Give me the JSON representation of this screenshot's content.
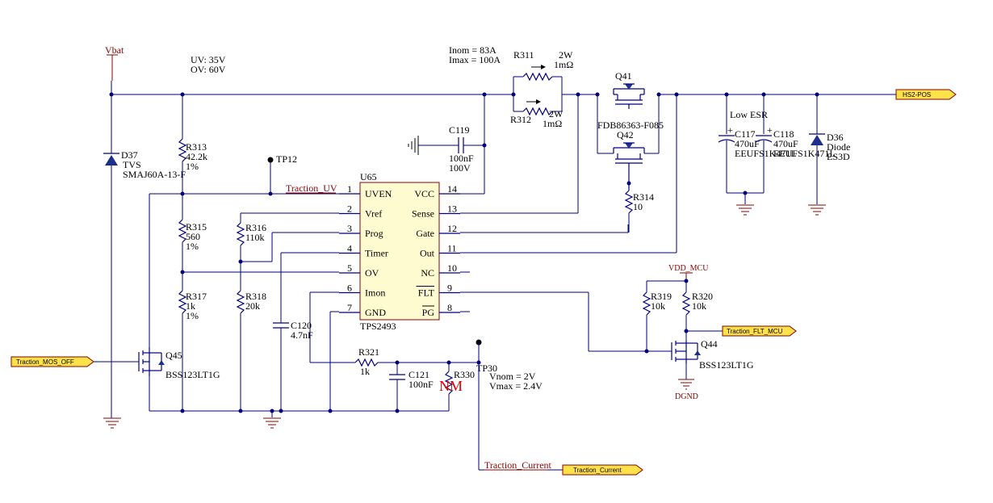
{
  "nets": {
    "vbat": "Vbat",
    "traction_uv": "Traction_UV",
    "vdd_mcu": "VDD_MCU",
    "dgnd": "DGND",
    "traction_current": "Traction_Current"
  },
  "ports": {
    "hs2_pos": "HS2-POS",
    "traction_mos_off": "Traction_MOS_OFF",
    "traction_flt_mcu": "Traction_FLT_MCU",
    "traction_current": "Traction_Current"
  },
  "notes": {
    "uv": "UV: 35V",
    "ov": "OV: 60V",
    "inom": "Inom = 83A",
    "imax": "Imax = 100A",
    "vnom": "Vnom = 2V",
    "vmax": "Vmax = 2.4V",
    "low_esr": "Low ESR",
    "nm": "NM"
  },
  "components": {
    "d37": {
      "ref": "D37",
      "type": "TVS",
      "part": "SMAJ60A-13-F"
    },
    "r313": {
      "ref": "R313",
      "value": "42.2k",
      "tol": "1%"
    },
    "r315": {
      "ref": "R315",
      "value": "560",
      "tol": "1%"
    },
    "r317": {
      "ref": "R317",
      "value": "1k",
      "tol": "1%"
    },
    "r316": {
      "ref": "R316",
      "value": "110k"
    },
    "r318": {
      "ref": "R318",
      "value": "20k"
    },
    "tp12": {
      "ref": "TP12"
    },
    "tp30": {
      "ref": "TP30"
    },
    "c119": {
      "ref": "C119",
      "value": "100nF",
      "voltage": "100V"
    },
    "c120": {
      "ref": "C120",
      "value": "4.7nF"
    },
    "c121": {
      "ref": "C121",
      "value": "100nF"
    },
    "r321": {
      "ref": "R321",
      "value": "1k"
    },
    "r330": {
      "ref": "R330"
    },
    "r311": {
      "ref": "R311",
      "power": "2W",
      "value": "1mΩ"
    },
    "r312": {
      "ref": "R312",
      "power": "2W",
      "value": "1mΩ"
    },
    "q41": {
      "ref": "Q41",
      "part": "FDB86363-F085"
    },
    "q42": {
      "ref": "Q42"
    },
    "r314": {
      "ref": "R314",
      "value": "10"
    },
    "c117": {
      "ref": "C117",
      "value": "470uF",
      "part": "EEUFS1K471L"
    },
    "c118": {
      "ref": "C118",
      "value": "470uF",
      "part": "EEUFS1K471L"
    },
    "d36": {
      "ref": "D36",
      "type": "Diode",
      "part": "ES3D"
    },
    "q45": {
      "ref": "Q45",
      "part": "BSS123LT1G"
    },
    "q44": {
      "ref": "Q44",
      "part": "BSS123LT1G"
    },
    "r319": {
      "ref": "R319",
      "value": "10k"
    },
    "r320": {
      "ref": "R320",
      "value": "10k"
    }
  },
  "ic": {
    "ref": "U65",
    "part": "TPS2493",
    "left_pins": [
      {
        "num": "1",
        "name": "UVEN"
      },
      {
        "num": "2",
        "name": "Vref"
      },
      {
        "num": "3",
        "name": "Prog"
      },
      {
        "num": "4",
        "name": "Timer"
      },
      {
        "num": "5",
        "name": "OV"
      },
      {
        "num": "6",
        "name": "Imon"
      },
      {
        "num": "7",
        "name": "GND"
      }
    ],
    "right_pins": [
      {
        "num": "14",
        "name": "VCC"
      },
      {
        "num": "13",
        "name": "Sense"
      },
      {
        "num": "12",
        "name": "Gate"
      },
      {
        "num": "11",
        "name": "Out"
      },
      {
        "num": "10",
        "name": "NC"
      },
      {
        "num": "9",
        "name": "FLT"
      },
      {
        "num": "8",
        "name": "PG"
      }
    ]
  }
}
